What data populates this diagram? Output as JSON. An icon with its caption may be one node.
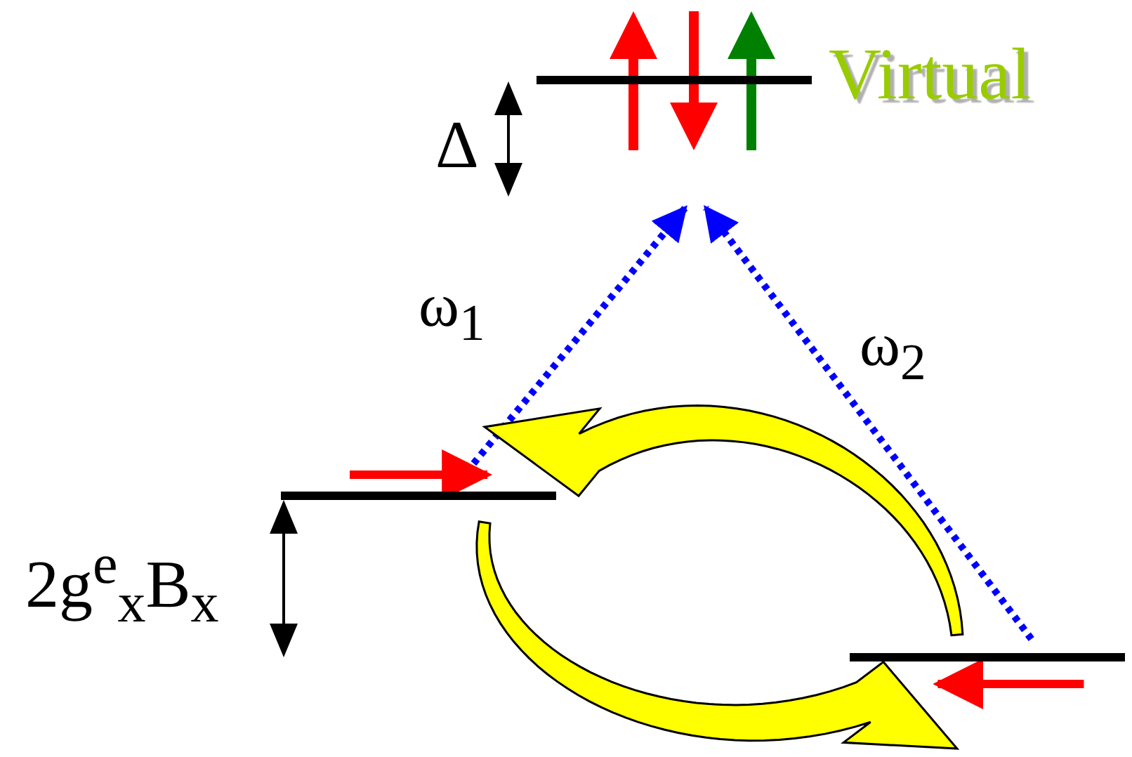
{
  "diagram": {
    "nodes": [
      {
        "text": [],
        "shape": "bar",
        "beside": [
          "Virtual"
        ]
      },
      {
        "text": [],
        "shape": "bar"
      },
      {
        "text": [],
        "shape": "bar"
      }
    ],
    "edges": [
      {
        "from": 1,
        "to": 0,
        "arrow": "to",
        "label": "ω$_{1}$",
        "style": "dashed",
        "color": "#0000ff"
      },
      {
        "from": 2,
        "to": 0,
        "arrow": "to",
        "label": "ω$_{2}$",
        "style": "dashed",
        "color": "#0000ff"
      },
      {
        "from": 2,
        "to": 1,
        "arrow": "to",
        "style": "thick",
        "color": "#ffff00"
      },
      {
        "from": 1,
        "to": 2,
        "arrow": "to",
        "style": "thick",
        "color": "#ffff00"
      },
      {
        "from": null,
        "to": 1,
        "arrow": "to",
        "color": "#ff0000"
      },
      {
        "from": null,
        "to": 2,
        "arrow": "to",
        "color": "#ff0000"
      }
    ],
    "labels": [
      "Δ",
      "2g$^{e}$$_{x}$B$_{x}$"
    ]
  }
}
